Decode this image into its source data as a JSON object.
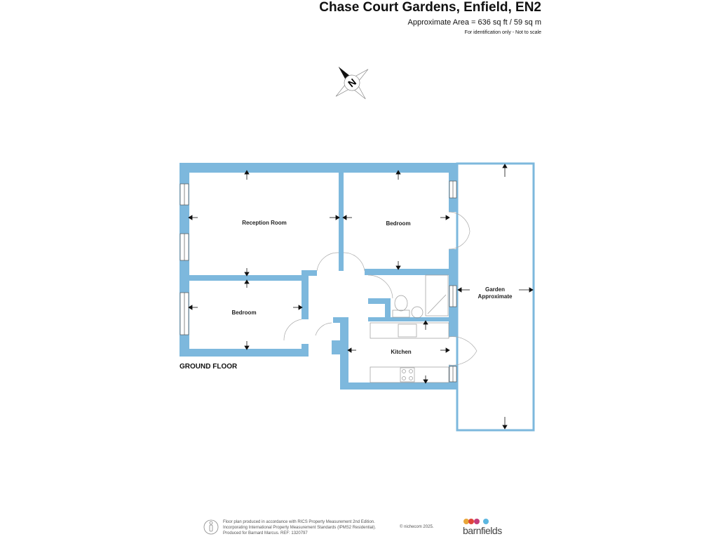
{
  "header": {
    "title": "Chase Court Gardens, Enfield, EN2",
    "area": "Approximate Area = 636 sq ft / 59 sq m",
    "note": "For identification only - Not to scale"
  },
  "compass": {
    "label": "N",
    "icon": "compass-icon"
  },
  "rooms": {
    "reception": "Reception Room",
    "bedroom1": "Bedroom",
    "bedroom2": "Bedroom",
    "kitchen": "Kitchen",
    "garden_line1": "Garden",
    "garden_line2": "Approximate"
  },
  "floor_label": "GROUND FLOOR",
  "footer": {
    "line1": "Floor plan produced in accordance with RICS Property Measurement 2nd Edition.",
    "line2": "Incorporating International Property Measurement Standards (IPMS2 Residential).",
    "line3": "Produced for Barnard Marcus.   REF:  1320797",
    "copyright": "© nichecom 2025.",
    "brand": "barnfields"
  },
  "colors": {
    "wall": "#7db8dd",
    "brand_dots": [
      "#e8a63a",
      "#e0453a",
      "#c43c7a",
      "#5bb6e0"
    ]
  }
}
